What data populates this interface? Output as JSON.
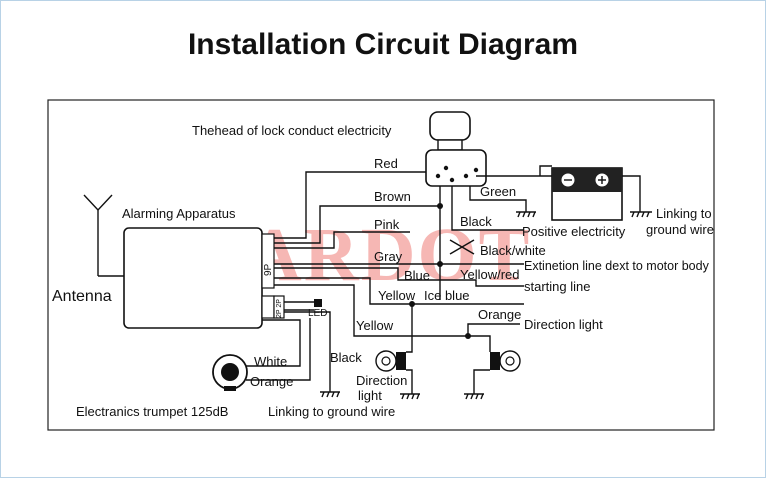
{
  "title": "Installation Circuit Diagram",
  "watermark": "CARDOT",
  "labels": {
    "lock_head": "Thehead of lock conduct electricity",
    "alarming_apparatus": "Alarming Apparatus",
    "antenna": "Antenna",
    "connector_9p": "9P",
    "connector_2p": "2P 2P",
    "led": "LED",
    "red": "Red",
    "brown": "Brown",
    "pink": "Pink",
    "gray": "Gray",
    "blue": "Blue",
    "yellow_1": "Yellow",
    "ice_blue": "Ice blue",
    "yellow_2": "Yellow",
    "green": "Green",
    "black_1": "Black",
    "black_white": "Black/white",
    "yellow_red": "Yellow/red",
    "orange_1": "Orange",
    "positive_electricity": "Positive electricity",
    "linking_ground_1": "Linking to",
    "linking_ground_2": "ground wire",
    "extinetion": "Extinetion line dext to motor body",
    "starting_line": "starting line",
    "direction_light_1": "Direction light",
    "direction_light_2a": "Direction",
    "direction_light_2b": "light",
    "white": "White",
    "orange_2": "Orange",
    "black_2": "Black",
    "trumpet": "Electranics trumpet 125dB",
    "linking_ground_bottom": "Linking to ground wire"
  }
}
